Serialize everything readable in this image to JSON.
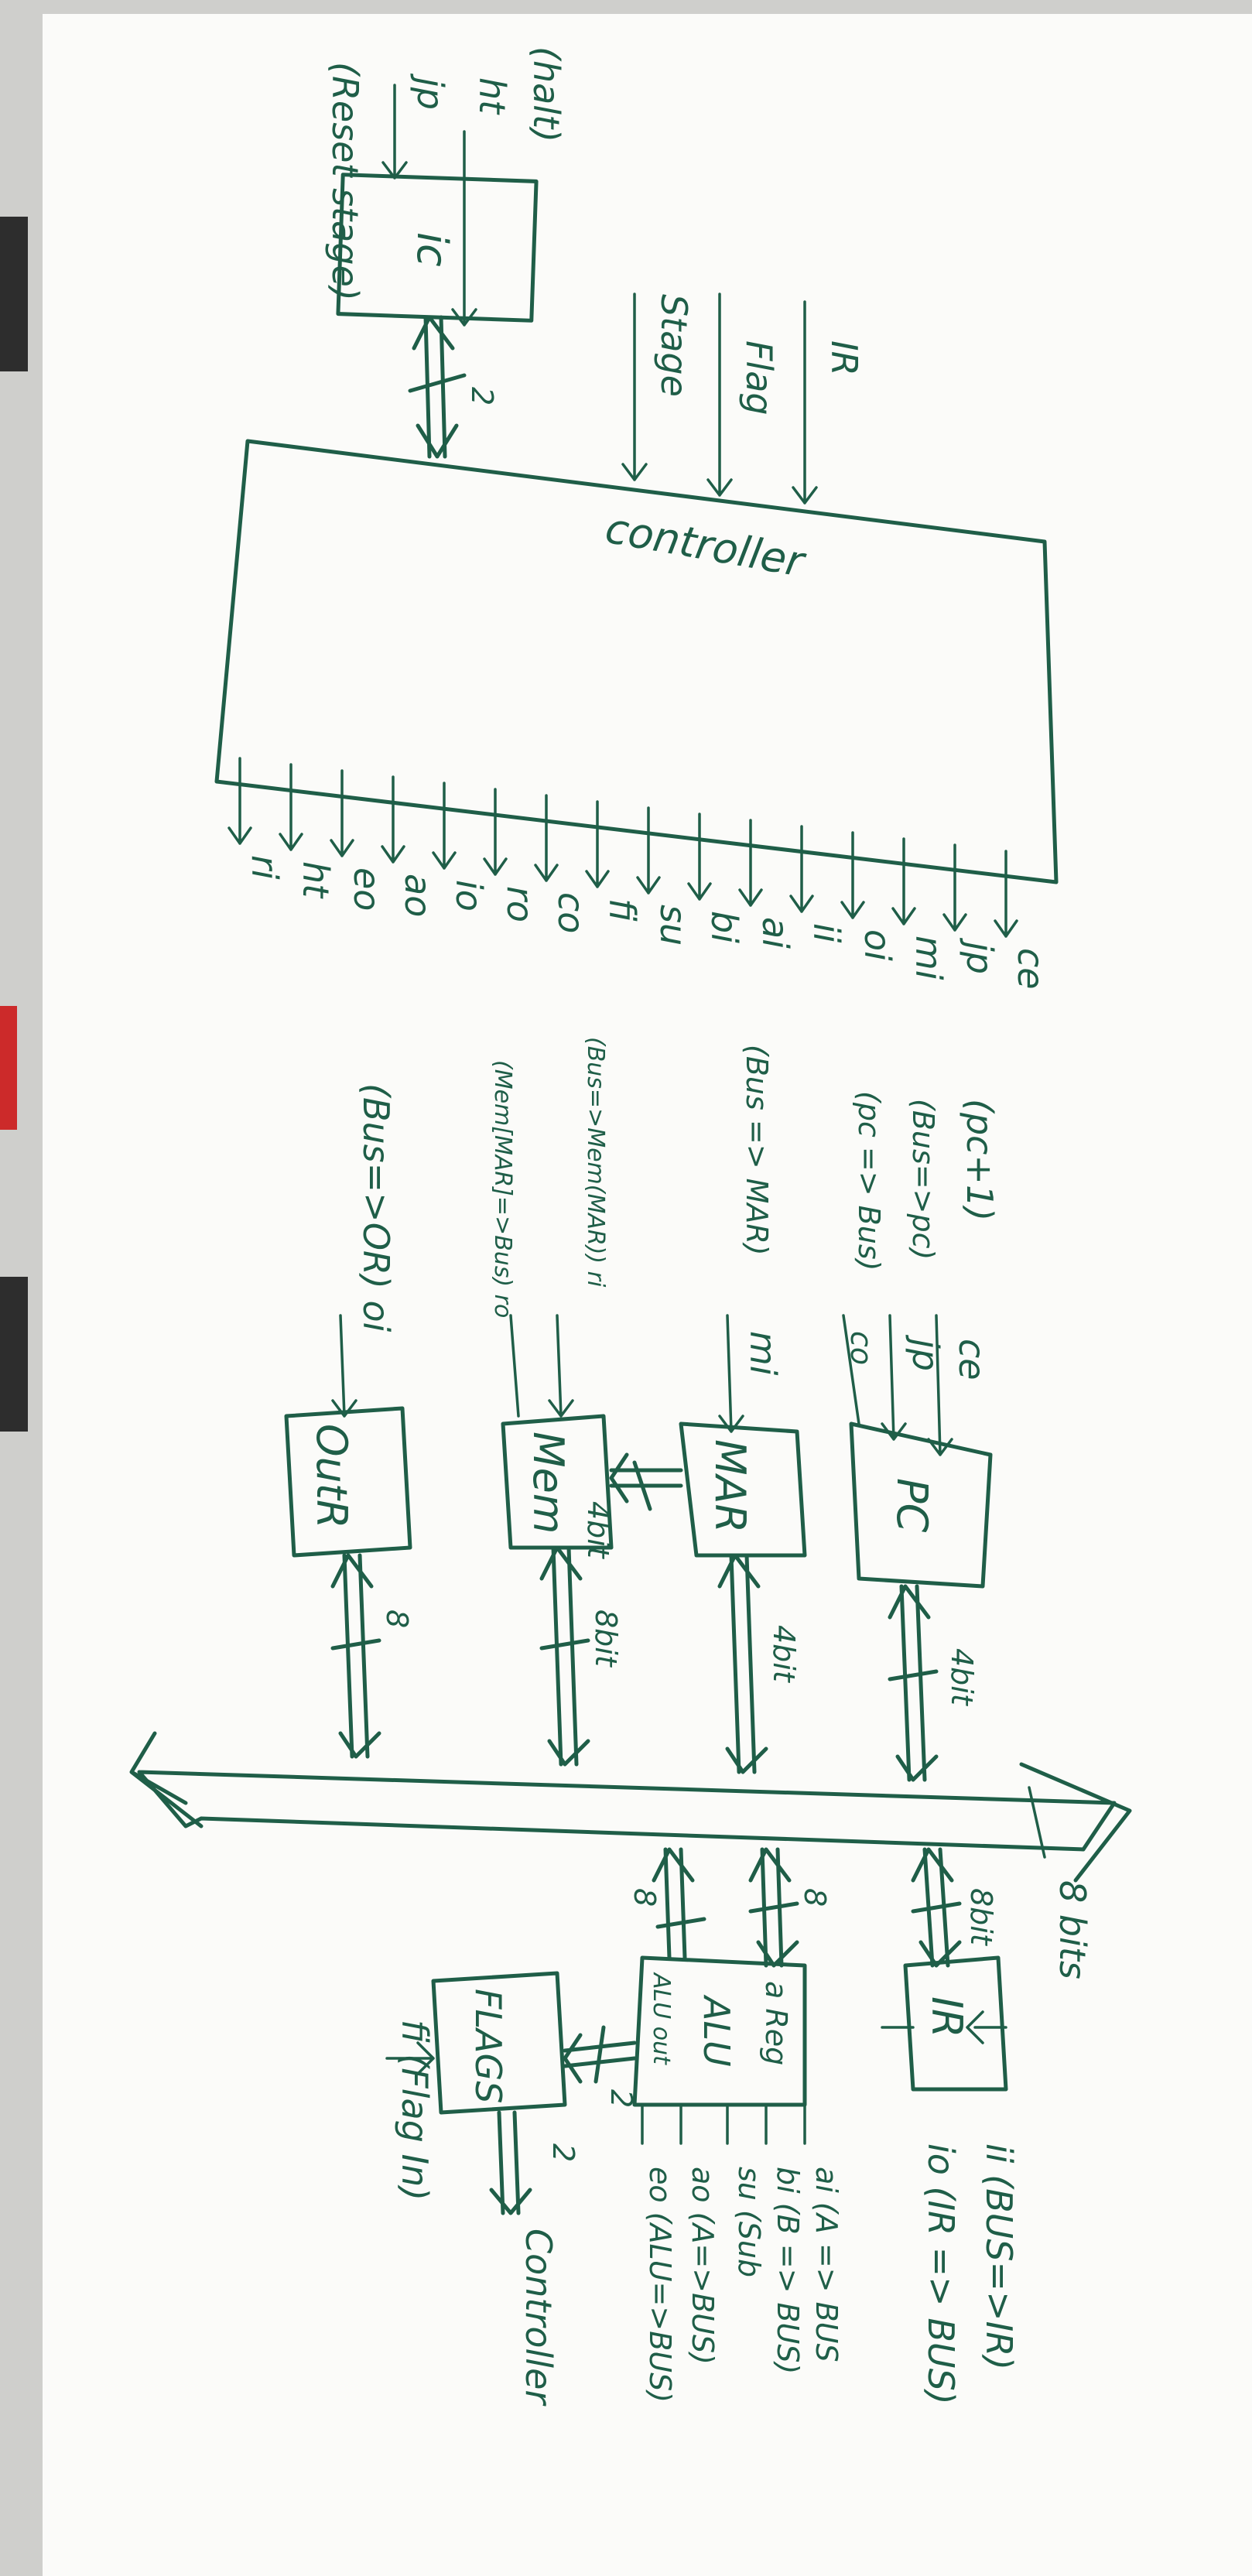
{
  "whiteboard": {
    "ink_color": "#1f5e48",
    "left_panel": {
      "controller_label": "controller",
      "ic_label": "ic",
      "ic_bus_width": "2",
      "ic_inputs": [
        {
          "name": "ht",
          "note": "(halt)"
        },
        {
          "name": "jp",
          "note": ""
        },
        {
          "name": "",
          "note": "(Reset stage)"
        }
      ],
      "controller_inputs": [
        "IR",
        "Flag",
        "Stage"
      ],
      "control_outputs": [
        "ce",
        "jp",
        "mi",
        "oi",
        "ii",
        "ai",
        "bi",
        "su",
        "fi",
        "co",
        "ro",
        "io",
        "ao",
        "eo",
        "ht",
        "ri"
      ]
    },
    "annotations": {
      "pc_inc": "(pc+1)",
      "bus_to_pc": "(Bus=>pc)",
      "pc_to_bus": "(pc => Bus)",
      "bus_to_mar": "(Bus => MAR)",
      "bus_to_mem": "(Bus=>Mem(MAR)) ri",
      "mem_to_bus": "(Mem[MAR]=>Bus) ro",
      "bus_to_or": "(Bus=>OR) oi"
    },
    "blocks": {
      "pc": {
        "label": "PC",
        "inputs": [
          "ce",
          "jp",
          "co"
        ],
        "bus_width": "4bit"
      },
      "mar": {
        "label": "MAR",
        "input": "mi",
        "bus_width": "4bit",
        "out_width": "4bit"
      },
      "mem": {
        "label": "Mem",
        "bus_width": "8bit"
      },
      "outr": {
        "label": "OutR",
        "bus_width": "8"
      },
      "ir": {
        "label": "IR",
        "bus_width": "8bit"
      },
      "alu": {
        "label": "ALU",
        "top": "a Reg",
        "bottom": "ALU out",
        "widths": [
          "8",
          "8"
        ]
      },
      "flags": {
        "label": "FLAGS",
        "width_in": "2",
        "width_out": "2",
        "to": "Controller"
      }
    },
    "bus_label": "8 bits",
    "ir_controls": [
      "ii (BUS=>IR)",
      "io (IR => BUS)"
    ],
    "alu_controls": [
      "ai (A => BUS",
      "bi (B => BUS)",
      "su (Sub",
      "ao (A=>BUS)",
      "eo (ALU=>BUS)"
    ],
    "flags_control": "fi (Flag In)"
  }
}
